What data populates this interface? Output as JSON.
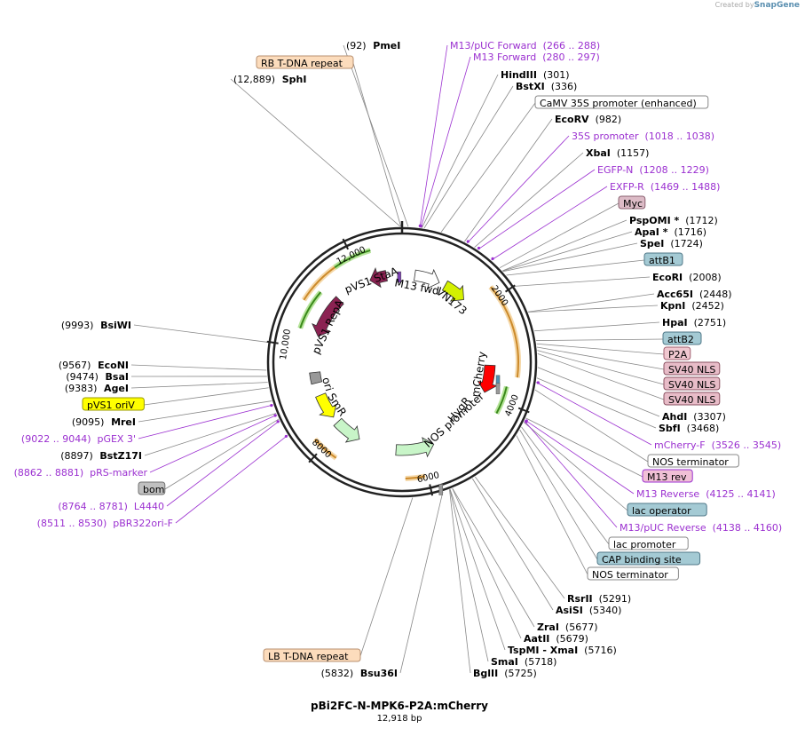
{
  "brand": {
    "prefix": "Created by",
    "name": "SnapGene"
  },
  "map": {
    "title": "pBi2FC-N-MPK6-P2A:mCherry",
    "length_label": "12,918 bp",
    "total_bp": 12918,
    "ticks": [
      {
        "bp": 2000,
        "label": "2000"
      },
      {
        "bp": 4000,
        "label": "4000"
      },
      {
        "bp": 6000,
        "label": "6000"
      },
      {
        "bp": 8000,
        "label": "8000"
      },
      {
        "bp": 10000,
        "label": "10,000"
      },
      {
        "bp": 12000,
        "label": "12,000"
      }
    ]
  },
  "colors": {
    "enzyme": "#000000",
    "primer": "#9b30d0",
    "repeat_fill": "#fcdcbc",
    "repeat_stroke": "#b89070",
    "misc_fill": "#ffffff",
    "misc_stroke": "#888888",
    "tag_fill": "#dcbbc6",
    "tag_stroke": "#8a6070",
    "att_fill": "#a4cad4",
    "att_stroke": "#507888",
    "nls_fill": "#e8bcc8",
    "nls_stroke": "#8a5060",
    "orive_fill": "#ffff00",
    "orive_stroke": "#9a9a00",
    "bom_fill": "#c0c0c0",
    "bom_stroke": "#707070",
    "p2a_fill": "#f0c8d0",
    "p2a_stroke": "#a06070",
    "mcs_fill": "#f0c0d6"
  },
  "labels": [
    {
      "type": "enzyme",
      "pre": "(92)",
      "name": "PmeI",
      "post": ""
    },
    {
      "type": "primer",
      "pre": "",
      "name": "M13/pUC Forward",
      "post": "(266 .. 288)"
    },
    {
      "type": "primer",
      "pre": "",
      "name": "M13 Forward",
      "post": "(280 .. 297)"
    },
    {
      "type": "box",
      "style": "repeat",
      "name": "RB T-DNA repeat"
    },
    {
      "type": "enzyme",
      "pre": "(12,889)",
      "name": "SphI",
      "post": ""
    },
    {
      "type": "enzyme",
      "pre": "",
      "name": "HindIII",
      "post": "(301)"
    },
    {
      "type": "enzyme",
      "pre": "",
      "name": "BstXI",
      "post": "(336)"
    },
    {
      "type": "box",
      "style": "misc",
      "name": "CaMV 35S promoter (enhanced)"
    },
    {
      "type": "enzyme",
      "pre": "",
      "name": "EcoRV",
      "post": "(982)"
    },
    {
      "type": "primer",
      "pre": "",
      "name": "35S promoter",
      "post": "(1018 .. 1038)"
    },
    {
      "type": "enzyme",
      "pre": "",
      "name": "XbaI",
      "post": "(1157)"
    },
    {
      "type": "primer",
      "pre": "",
      "name": "EGFP-N",
      "post": "(1208 .. 1229)"
    },
    {
      "type": "primer",
      "pre": "",
      "name": "EXFP-R",
      "post": "(1469 .. 1488)"
    },
    {
      "type": "box",
      "style": "tag",
      "name": "Myc"
    },
    {
      "type": "enzyme",
      "pre": "",
      "name": "PspOMI *",
      "post": "(1712)"
    },
    {
      "type": "enzyme",
      "pre": "",
      "name": "ApaI *",
      "post": "(1716)"
    },
    {
      "type": "enzyme",
      "pre": "",
      "name": "SpeI",
      "post": "(1724)"
    },
    {
      "type": "box",
      "style": "att",
      "name": "attB1"
    },
    {
      "type": "enzyme",
      "pre": "",
      "name": "EcoRI",
      "post": "(2008)"
    },
    {
      "type": "enzyme",
      "pre": "",
      "name": "Acc65I",
      "post": "(2448)"
    },
    {
      "type": "enzyme",
      "pre": "",
      "name": "KpnI",
      "post": "(2452)"
    },
    {
      "type": "enzyme",
      "pre": "",
      "name": "HpaI",
      "post": "(2751)"
    },
    {
      "type": "box",
      "style": "att",
      "name": "attB2"
    },
    {
      "type": "box",
      "style": "p2a",
      "name": "P2A"
    },
    {
      "type": "box",
      "style": "nls",
      "name": "SV40 NLS"
    },
    {
      "type": "box",
      "style": "nls",
      "name": "SV40 NLS"
    },
    {
      "type": "box",
      "style": "nls",
      "name": "SV40 NLS"
    },
    {
      "type": "enzyme",
      "pre": "",
      "name": "AhdI",
      "post": "(3307)"
    },
    {
      "type": "enzyme",
      "pre": "",
      "name": "SbfI",
      "post": "(3468)"
    },
    {
      "type": "primer",
      "pre": "",
      "name": "mCherry-F",
      "post": "(3526 .. 3545)"
    },
    {
      "type": "box",
      "style": "misc",
      "name": "NOS terminator"
    },
    {
      "type": "box",
      "style": "mcs",
      "name": "M13 rev"
    },
    {
      "type": "primer",
      "pre": "",
      "name": "M13 Reverse",
      "post": "(4125 .. 4141)"
    },
    {
      "type": "box",
      "style": "att",
      "name": "lac operator"
    },
    {
      "type": "primer",
      "pre": "",
      "name": "M13/pUC Reverse",
      "post": "(4138 .. 4160)"
    },
    {
      "type": "box",
      "style": "misc",
      "name": "lac promoter"
    },
    {
      "type": "box",
      "style": "att",
      "name": "CAP binding site"
    },
    {
      "type": "box",
      "style": "misc",
      "name": "NOS terminator"
    },
    {
      "type": "enzyme",
      "pre": "",
      "name": "RsrII",
      "post": "(5291)"
    },
    {
      "type": "enzyme",
      "pre": "",
      "name": "AsiSI",
      "post": "(5340)"
    },
    {
      "type": "enzyme",
      "pre": "",
      "name": "ZraI",
      "post": "(5677)"
    },
    {
      "type": "enzyme",
      "pre": "",
      "name": "AatII",
      "post": "(5679)"
    },
    {
      "type": "enzyme",
      "pre": "",
      "name": "TspMI - XmaI",
      "post": "(5716)"
    },
    {
      "type": "enzyme",
      "pre": "",
      "name": "SmaI",
      "post": "(5718)"
    },
    {
      "type": "enzyme",
      "pre": "",
      "name": "BglII",
      "post": "(5725)"
    },
    {
      "type": "enzyme",
      "pre": "(5832)",
      "name": "Bsu36I",
      "post": ""
    },
    {
      "type": "box",
      "style": "repeat",
      "name": "LB T-DNA repeat"
    },
    {
      "type": "enzyme",
      "pre": "(9993)",
      "name": "BsiWI",
      "post": ""
    },
    {
      "type": "enzyme",
      "pre": "(9567)",
      "name": "EcoNI",
      "post": ""
    },
    {
      "type": "enzyme",
      "pre": "(9474)",
      "name": "BsaI",
      "post": ""
    },
    {
      "type": "enzyme",
      "pre": "(9383)",
      "name": "AgeI",
      "post": ""
    },
    {
      "type": "box",
      "style": "orive",
      "name": "pVS1 oriV"
    },
    {
      "type": "enzyme",
      "pre": "(9095)",
      "name": "MreI",
      "post": ""
    },
    {
      "type": "primer",
      "pre": "(9022 .. 9044)",
      "name": "pGEX 3'",
      "post": ""
    },
    {
      "type": "enzyme",
      "pre": "(8897)",
      "name": "BstZ17I",
      "post": ""
    },
    {
      "type": "primer",
      "pre": "(8862 .. 8881)",
      "name": "pRS-marker",
      "post": ""
    },
    {
      "type": "box",
      "style": "bom",
      "name": "bom"
    },
    {
      "type": "primer",
      "pre": "(8764 .. 8781)",
      "name": "L4440",
      "post": ""
    },
    {
      "type": "primer",
      "pre": "(8511 .. 8530)",
      "name": "pBR322ori-F",
      "post": ""
    }
  ],
  "features": [
    {
      "name": "StaA",
      "start": 12150,
      "end": 12550,
      "strand": -1,
      "color": "#8b2252"
    },
    {
      "name": "pVS1 RepA",
      "start": 10300,
      "end": 11300,
      "strand": -1,
      "color": "#8b2252"
    },
    {
      "name": "ori",
      "start": 9200,
      "end": 9450,
      "strand": 0,
      "color": "#999999"
    },
    {
      "name": "SmR",
      "start": 8300,
      "end": 8900,
      "strand": -1,
      "color": "#ffff00"
    },
    {
      "name": "NOS promoter",
      "start": 7500,
      "end": 8150,
      "strand": -1,
      "color": "#c8f5c8"
    },
    {
      "name": "HygR",
      "start": 5700,
      "end": 6600,
      "strand": -1,
      "color": "#c8f5c8"
    },
    {
      "name": "mCherry",
      "start": 3300,
      "end": 3950,
      "strand": 1,
      "color": "#ff0000"
    },
    {
      "name": "VN173",
      "start": 1050,
      "end": 1600,
      "strand": 1,
      "color": "#d4f000"
    },
    {
      "name": "M13 fwd",
      "start": 300,
      "end": 900,
      "strand": 1,
      "color": "#ffffff"
    }
  ],
  "feature_labels": [
    {
      "text": "pVS1 StaA",
      "bp": 12180,
      "r": 118
    },
    {
      "text": "M13 fwd",
      "bp": 400,
      "r": 106
    },
    {
      "text": "VN173",
      "bp": 1400,
      "r": 108
    },
    {
      "text": "mCherry",
      "bp": 3550,
      "r": 108
    },
    {
      "text": "HygR",
      "bp": 4650,
      "r": 104
    },
    {
      "text": "NOS promoter",
      "bp": 4950,
      "r": 108
    },
    {
      "text": "SmR",
      "bp": 8500,
      "r": 108
    },
    {
      "text": "ori",
      "bp": 9100,
      "r": 108
    },
    {
      "text": "pVS1 RepA",
      "bp": 10600,
      "r": 112
    }
  ]
}
